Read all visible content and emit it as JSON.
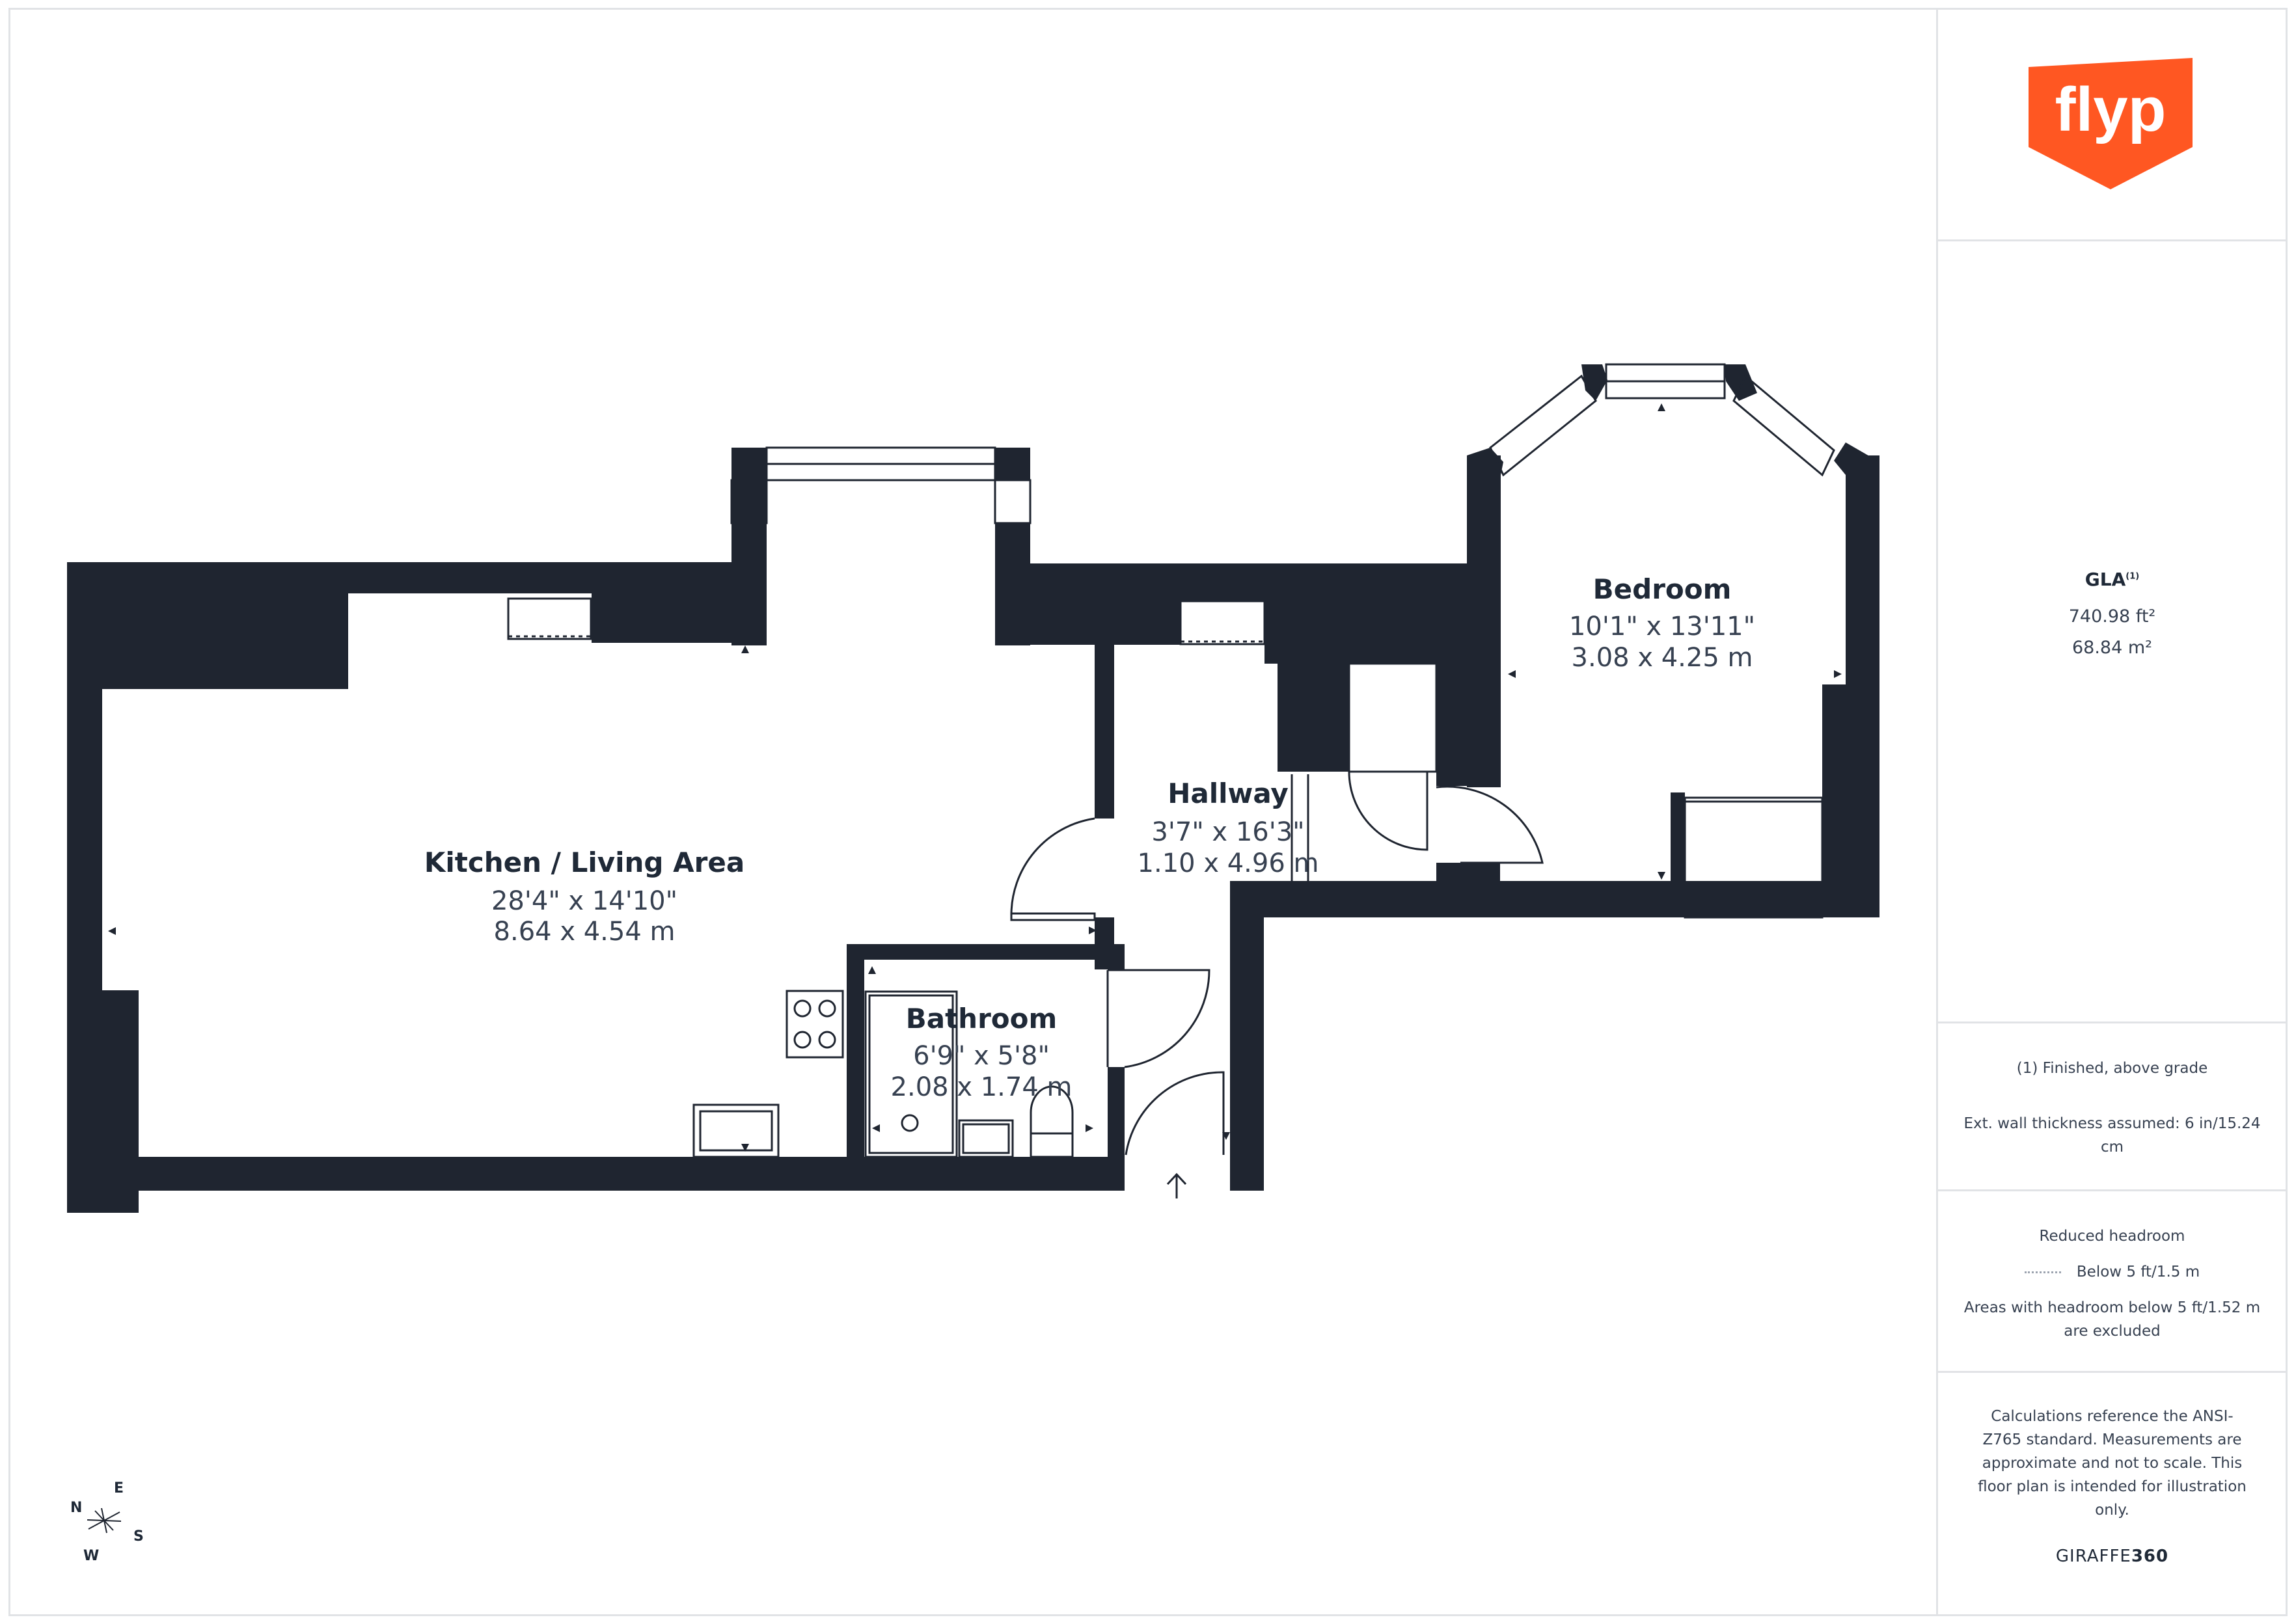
{
  "brand": {
    "logo_text": "flyp",
    "logo_color": "#ff5722"
  },
  "rooms": [
    {
      "name": "Kitchen / Living Area",
      "imperial": "28'4\" x 14'10\"",
      "metric": "8.64 x 4.54 m"
    },
    {
      "name": "Hallway",
      "imperial": "3'7\" x 16'3\"",
      "metric": "1.10 x 4.96 m"
    },
    {
      "name": "Bedroom",
      "imperial": "10'1\" x 13'11\"",
      "metric": "3.08 x 4.25 m"
    },
    {
      "name": "Bathroom",
      "imperial": "6'9\" x 5'8\"",
      "metric": "2.08 x 1.74 m"
    }
  ],
  "compass": {
    "n": "N",
    "e": "E",
    "s": "S",
    "w": "W"
  },
  "gla": {
    "label": "GLA",
    "footnote_marker": "(1)",
    "area_ft": "740.98 ft²",
    "area_m": "68.84 m²"
  },
  "notes": {
    "finished": "(1) Finished, above grade",
    "wall_thickness": "Ext. wall thickness assumed: 6 in/15.24 cm"
  },
  "headroom": {
    "title": "Reduced headroom",
    "legend": "Below 5 ft/1.5 m",
    "excluded": "Areas with headroom below 5 ft/1.52 m are excluded"
  },
  "disclaimer": "Calculations reference the ANSI-Z765 standard. Measurements are approximate and not to scale. This floor plan is intended for illustration only.",
  "footer_brand": {
    "part1": "GIRAFFE",
    "part2": "360"
  },
  "colors": {
    "wall": "#1f2530",
    "divider": "#e1e3e6"
  }
}
